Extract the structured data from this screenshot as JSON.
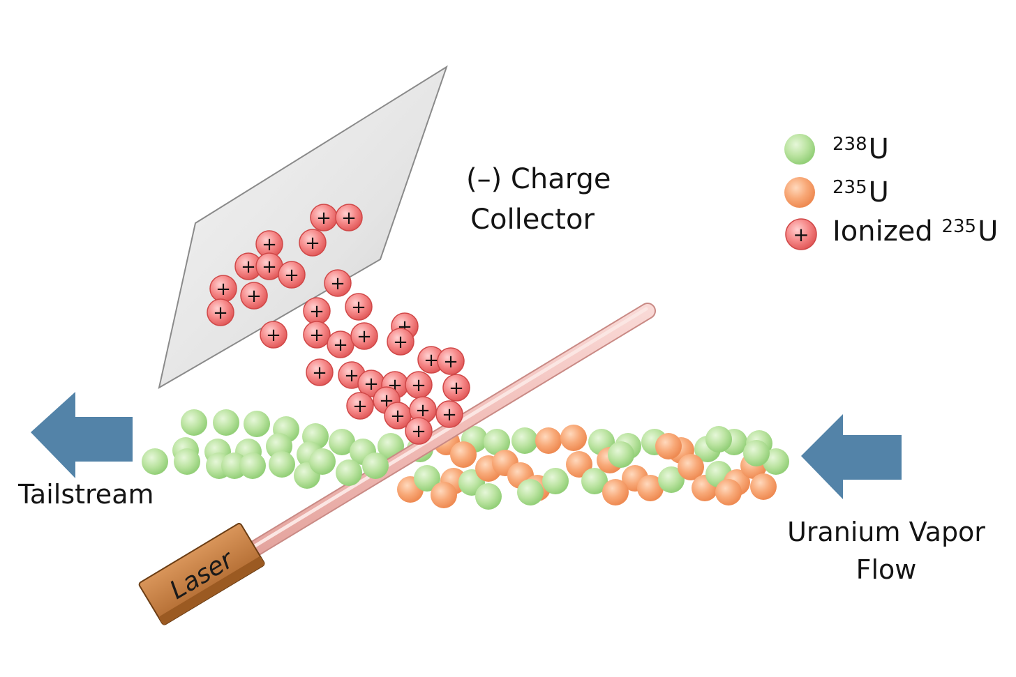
{
  "labels": {
    "collector_line1": "(–) Charge",
    "collector_line2": "Collector",
    "tailstream": "Tailstream",
    "flow_line1": "Uranium Vapor",
    "flow_line2": "Flow",
    "laser": "Laser"
  },
  "legend": [
    {
      "mass": "238",
      "symbol": "U",
      "prefix": "",
      "color": "#b5e19a"
    },
    {
      "mass": "235",
      "symbol": "U",
      "prefix": "",
      "color": "#f6a572"
    },
    {
      "mass": "235",
      "symbol": "U",
      "prefix": "Ionized",
      "color": "#f27b7b",
      "mark": "+"
    }
  ],
  "colors": {
    "u238": "#b5e19a",
    "u235": "#f6a572",
    "ionized": "#f27b7b",
    "arrow": "#5383a8",
    "laser_beam": "#f3c4c0",
    "laser_body": "#c98446",
    "collector_plate": "#e2e2e2"
  },
  "ion_mark": "+"
}
